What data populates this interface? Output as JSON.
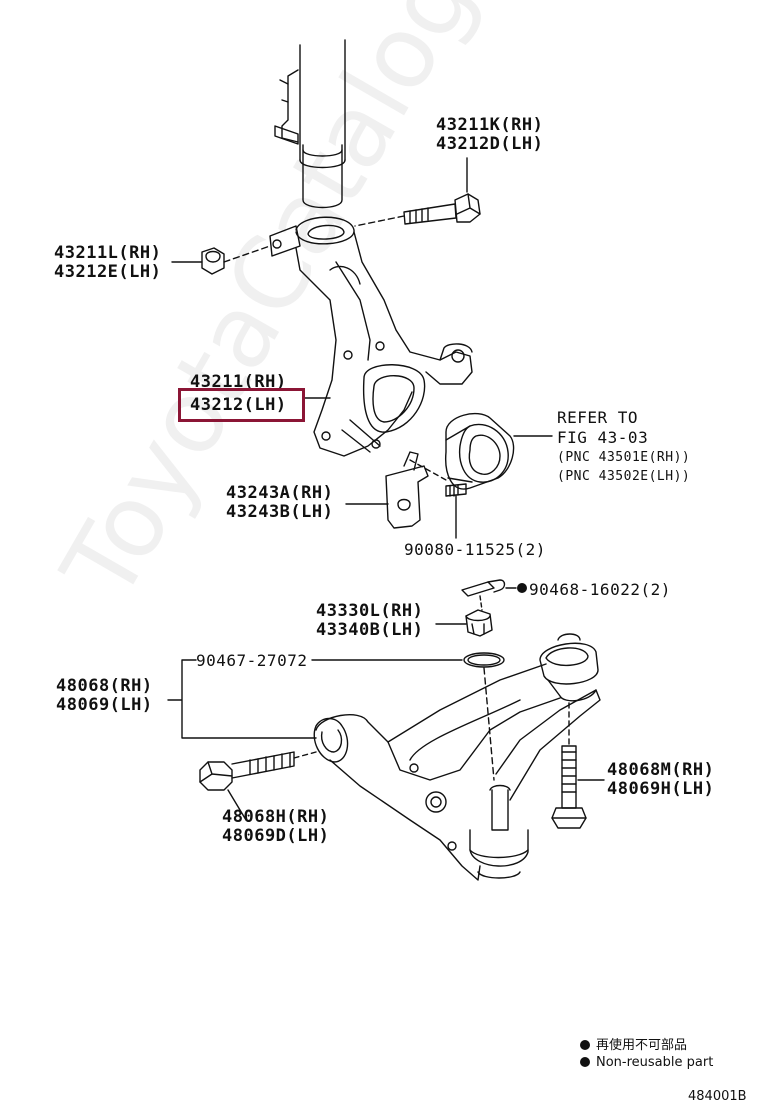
{
  "watermark": "ToyotaCatalog.ru",
  "figure_id": "484001B",
  "colors": {
    "highlight": "#8b1535",
    "line": "#111111"
  },
  "labels": {
    "bolt_upper_rh": "43211K(RH)",
    "bolt_upper_lh": "43212D(LH)",
    "nut_upper_rh": "43211L(RH)",
    "nut_upper_lh": "43212E(LH)",
    "knuckle_rh": "43211(RH)",
    "knuckle_lh": "43212(LH)",
    "refer_1": "REFER TO",
    "refer_2": "FIG 43-03",
    "refer_3": "(PNC 43501E(RH))",
    "refer_4": "(PNC 43502E(LH))",
    "bracket_rh": "43243A(RH)",
    "bracket_lh": "43243B(LH)",
    "bolt_bracket": "90080-11525(2)",
    "cotter_pin": "90468-16022(2)",
    "nut_ball_rh": "43330L(RH)",
    "nut_ball_lh": "43340B(LH)",
    "ring": "90467-27072",
    "arm_rh": "48068(RH)",
    "arm_lh": "48069(LH)",
    "bolt_front_rh": "48068H(RH)",
    "bolt_front_lh": "48069D(LH)",
    "bolt_rear_rh": "48068M(RH)",
    "bolt_rear_lh": "48069H(LH)"
  },
  "legend": {
    "jp": "再使用不可部品",
    "en": "Non-reusable part"
  }
}
